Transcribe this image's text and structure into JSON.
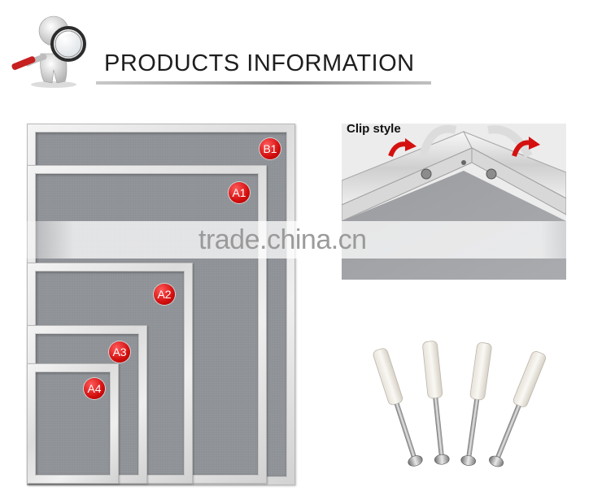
{
  "header": {
    "title": "PRODUCTS INFORMATION"
  },
  "frames": [
    {
      "size": "B1"
    },
    {
      "size": "A1"
    },
    {
      "size": "A2"
    },
    {
      "size": "A3"
    },
    {
      "size": "A4"
    }
  ],
  "clip_photo": {
    "label": "Clip style"
  },
  "watermark": {
    "text": "trade.china.cn"
  },
  "colors": {
    "badge": "#d40e0e",
    "frame_silver": "#dcdcdc",
    "poster_board": "#8e9196",
    "mascot_red": "#c62020"
  }
}
